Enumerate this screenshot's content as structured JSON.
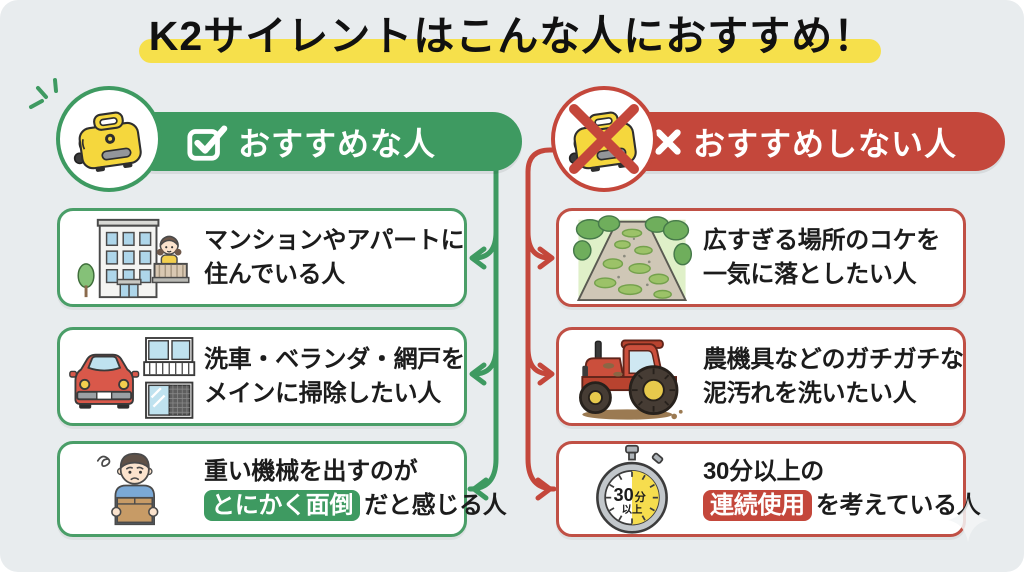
{
  "page": {
    "title": "K2サイレントはこんな人におすすめ！"
  },
  "colors": {
    "green": "#3e9a61",
    "red": "#c4473b",
    "yellow": "#f6e04b",
    "bg": "#e8ecee",
    "machine_yellow": "#f5d73d"
  },
  "recommended": {
    "header": "おすすめな人",
    "header_icon": "checkbox-icon",
    "badge_icon": "pressure-washer-icon",
    "cards": [
      {
        "icon": "apartment-building-icon",
        "line1": "マンションやアパートに",
        "line2": "住んでいる人"
      },
      {
        "icon": "car-balcony-screen-icon",
        "line1": "洗車・ベランダ・網戸を",
        "line2": "メインに掃除したい人"
      },
      {
        "icon": "man-carrying-box-icon",
        "line1": "重い機械を出すのが",
        "highlight": "とにかく面倒",
        "line2_after": "だと感じる人"
      }
    ]
  },
  "not_recommended": {
    "header": "おすすめしない人",
    "header_icon": "x-icon",
    "badge_icon": "pressure-washer-prohibited-icon",
    "cards": [
      {
        "icon": "moss-path-icon",
        "line1": "広すぎる場所のコケを",
        "line2": "一気に落としたい人"
      },
      {
        "icon": "tractor-icon",
        "line1": "農機具などのガチガチな",
        "line2": "泥汚れを洗いたい人"
      },
      {
        "icon": "stopwatch-icon",
        "line1": "30分以上の",
        "highlight": "連続使用",
        "line2_after": "を考えている人"
      }
    ]
  },
  "stopwatch": {
    "value": "30",
    "unit": "分",
    "label": "以上"
  }
}
